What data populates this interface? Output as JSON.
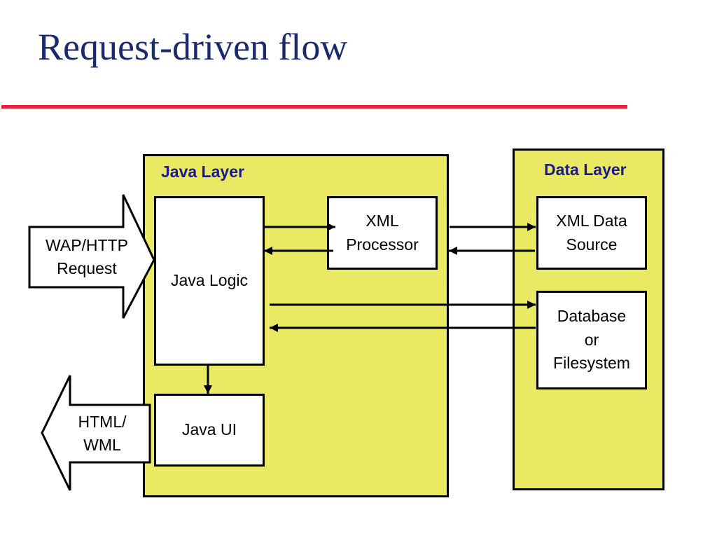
{
  "title": "Request-driven flow",
  "java_layer": {
    "label": "Java Layer",
    "java_logic": "Java Logic",
    "java_ui": "Java UI",
    "xml_processor": [
      "XML",
      "Processor"
    ]
  },
  "data_layer": {
    "label": "Data Layer",
    "xml_data_source": [
      "XML Data",
      "Source"
    ],
    "database": [
      "Database",
      "or",
      "Filesystem"
    ]
  },
  "request_arrow": [
    "WAP/HTTP",
    "Request"
  ],
  "response_arrow": [
    "HTML/",
    "WML"
  ],
  "colors": {
    "title": "#1a2a6c",
    "rule": "#e8203a",
    "layer_fill": "#e9e964",
    "layer_label": "#1a1a8c"
  }
}
